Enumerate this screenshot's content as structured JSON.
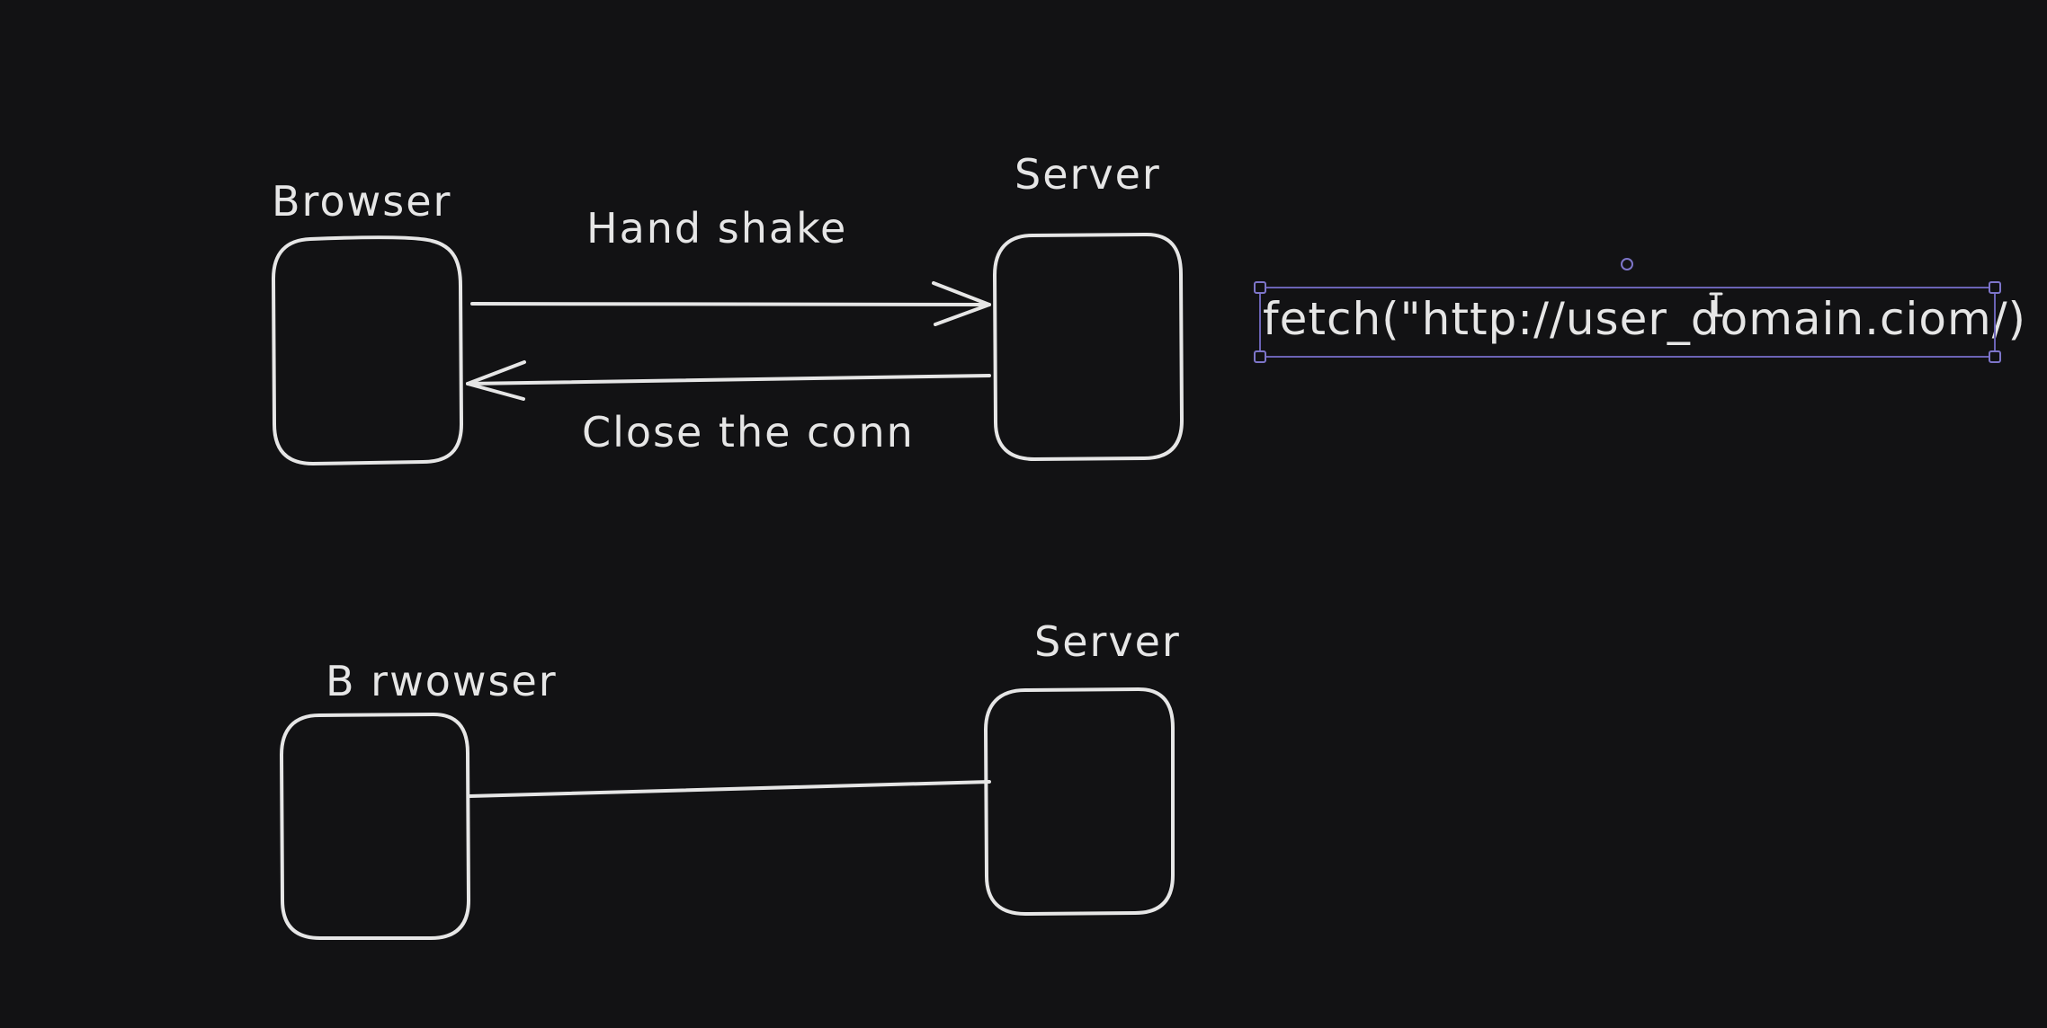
{
  "canvas": {
    "background": "#121214",
    "stroke_color": "#e6e6e6",
    "selection_color": "#6b63b5"
  },
  "top_diagram": {
    "browser_label": "Browser",
    "server_label": "Server",
    "handshake_label": "Hand shake",
    "close_label": "Close the conn"
  },
  "bottom_diagram": {
    "browser_label": "B rwowser",
    "server_label": "Server"
  },
  "text_element": {
    "content": "fetch(\"http://user_domain.ciom/)",
    "selected": true
  },
  "cursor": {
    "icon": "text-cursor-icon"
  }
}
